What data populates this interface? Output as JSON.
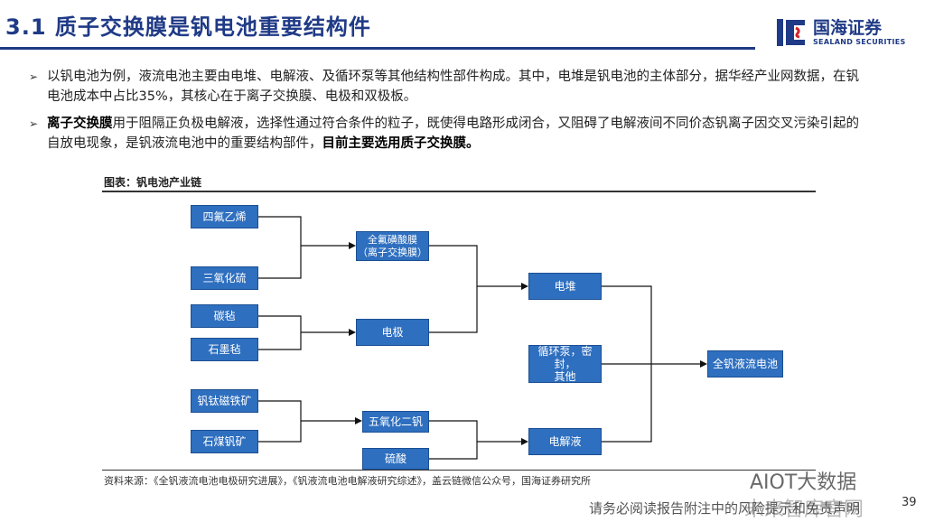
{
  "header": {
    "title": "3.1 质子交换膜是钒电池重要结构件",
    "logo_cn": "国海证券",
    "logo_en": "SEALAND SECURITIES",
    "brand_color": "#1f3a86"
  },
  "bullets": [
    {
      "bold": "",
      "text": "以钒电池为例，液流电池主要由电堆、电解液、及循环泵等其他结构性部件构成。其中，电堆是钒电池的主体部分，据华经产业网数据，在钒电池成本中占比35%，其核心在于离子交换膜、电极和双极板。",
      "tail_bold": ""
    },
    {
      "bold": "离子交换膜",
      "text": "用于阻隔正负极电解液，选择性通过符合条件的粒子，既使得电路形成闭合，又阻碍了电解液间不同价态钒离子因交叉污染引起的自放电现象，是钒液流电池中的重要结构部件，",
      "tail_bold": "目前主要选用质子交换膜。"
    }
  ],
  "figure": {
    "caption": "图表：钒电池产业链",
    "box_color": "#2e6fbf",
    "nodes": {
      "ptfe": "四氟乙烯",
      "so3": "三氧化硫",
      "carbon_felt": "碳毡",
      "graphite_felt": "石墨毡",
      "vti_ore": "钒钛磁铁矿",
      "stone_coal": "石煤钒矿",
      "membrane": "全氟磺酸膜\n（离子交换膜）",
      "electrode": "电极",
      "v2o5": "五氧化二钒",
      "sulfuric_acid": "硫酸",
      "stack": "电堆",
      "pump": "循环泵，密封，\n其他",
      "electrolyte": "电解液",
      "battery": "全钒液流电池"
    }
  },
  "source": "资料来源：《全钒液流电池电极研究进展》，《钒液流电池电解液研究综述》，盖云链微信公众号，国海证券研究所",
  "page_number": "39",
  "disclaimer": "请务必阅读报告附注中的风险提示和免责声明",
  "watermark": {
    "line1": "AIOT大数据",
    "line2": "未来智库官网"
  }
}
